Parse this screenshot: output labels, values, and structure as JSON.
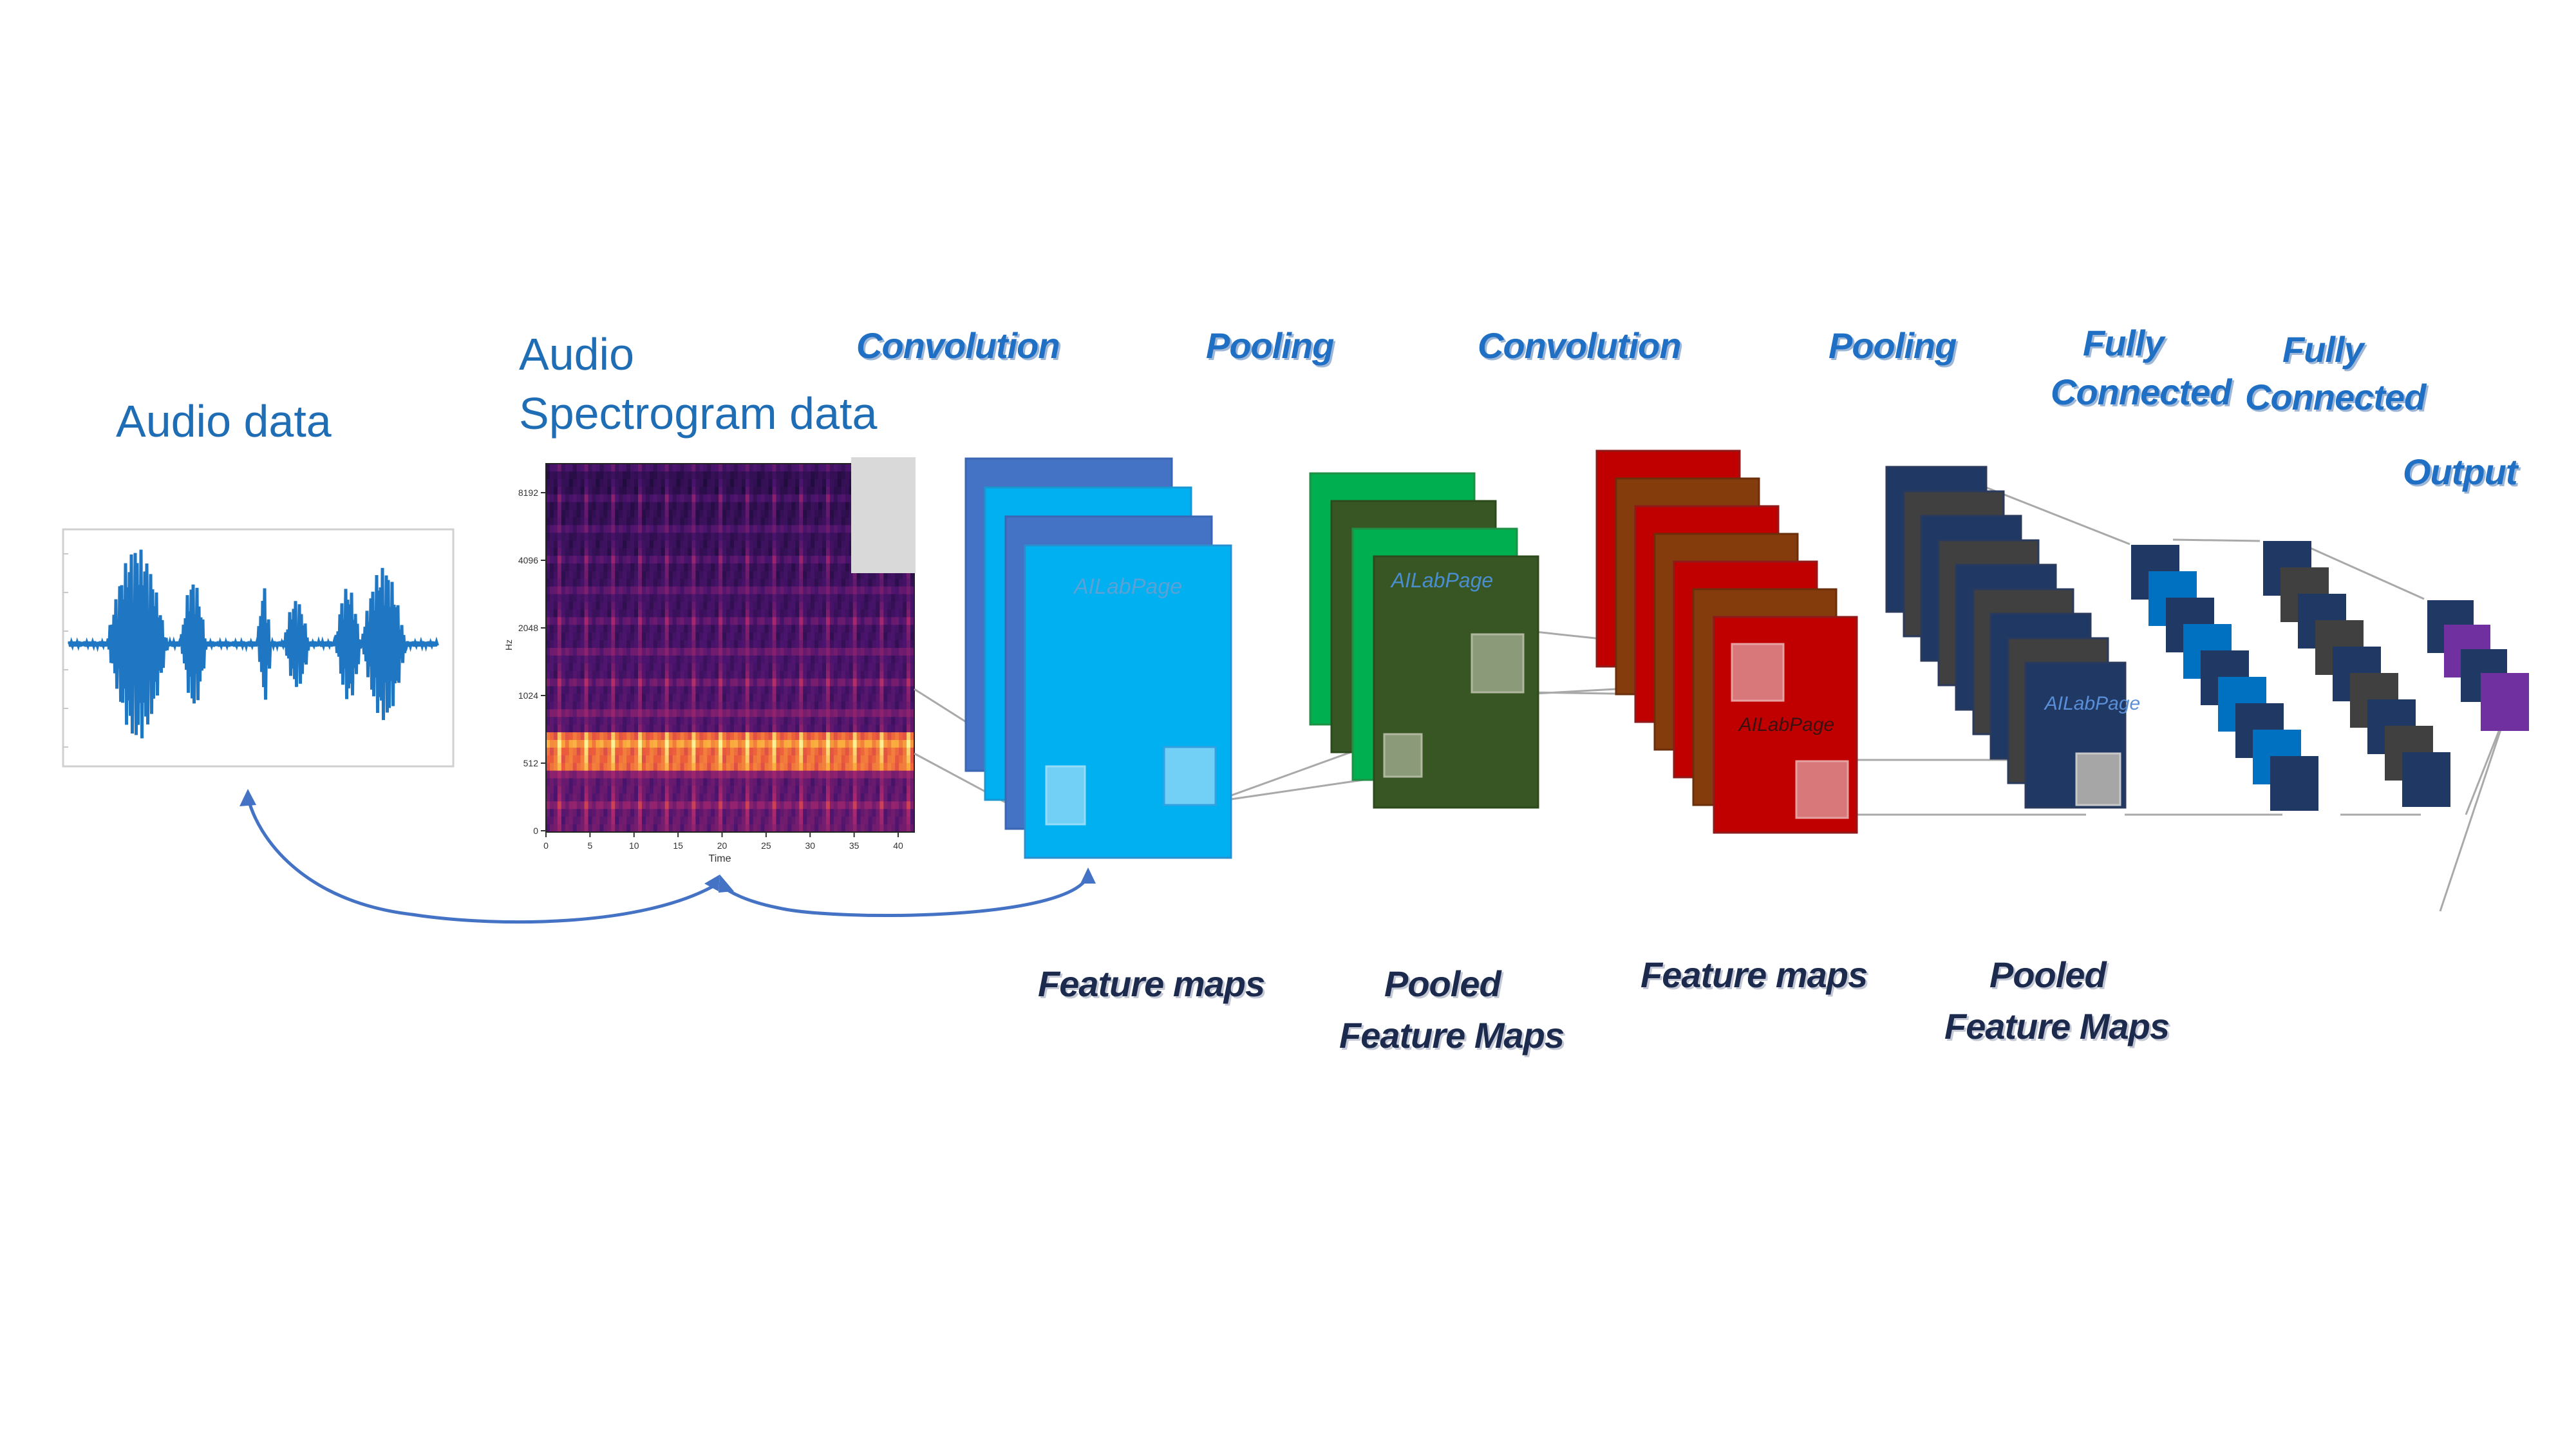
{
  "title_labels": {
    "audio_data": "Audio data",
    "spectrogram_line1": "Audio",
    "spectrogram_line2": "Spectrogram data"
  },
  "stages": {
    "convolution1": "Convolution",
    "pooling1": "Pooling",
    "convolution2": "Convolution",
    "pooling2": "Pooling",
    "fc1_line1": "Fully",
    "fc1_line2": "Connected",
    "fc2_line1": "Fully",
    "fc2_line2": "Connected",
    "output": "Output"
  },
  "bottom_labels": {
    "feature_maps1": "Feature maps",
    "pooled1_line1": "Pooled",
    "pooled1_line2": "Feature Maps",
    "feature_maps2": "Feature maps",
    "pooled2_line1": "Pooled",
    "pooled2_line2": "Feature Maps"
  },
  "watermark": "AILabPage",
  "spectrogram": {
    "ylabel": "Hz",
    "xlabel": "Time",
    "yticks": [
      "8192",
      "4096",
      "2048",
      "1024",
      "512",
      "0"
    ],
    "xticks": [
      "0",
      "5",
      "10",
      "15",
      "20",
      "25",
      "30",
      "35",
      "40"
    ]
  },
  "colors": {
    "label_blue": "#1f6db5",
    "conv1": "#00b0f0",
    "conv1_back": "#4472c4",
    "pool1": "#00b050",
    "pool1_front": "#375623",
    "conv2": "#c00000",
    "conv2_alt": "#843c0c",
    "pool2": "#1f3864",
    "pool2_alt": "#404040",
    "fc": "#0070c0",
    "output": "#7030a0"
  }
}
